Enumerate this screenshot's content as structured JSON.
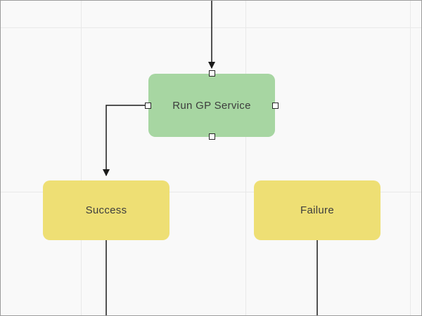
{
  "canvas": {
    "background_color": "#f9f9f9",
    "grid_color": "#e9e9e9",
    "border_color": "#9c9c9c"
  },
  "nodes": {
    "gp": {
      "label": "Run GP Service",
      "fill": "#a7d6a2"
    },
    "success": {
      "label": "Success",
      "fill": "#eedf74"
    },
    "failure": {
      "label": "Failure",
      "fill": "#eedf74"
    }
  },
  "connectors": {
    "stroke_color": "#1a1a1a",
    "arrowhead_color": "#1a1a1a"
  }
}
